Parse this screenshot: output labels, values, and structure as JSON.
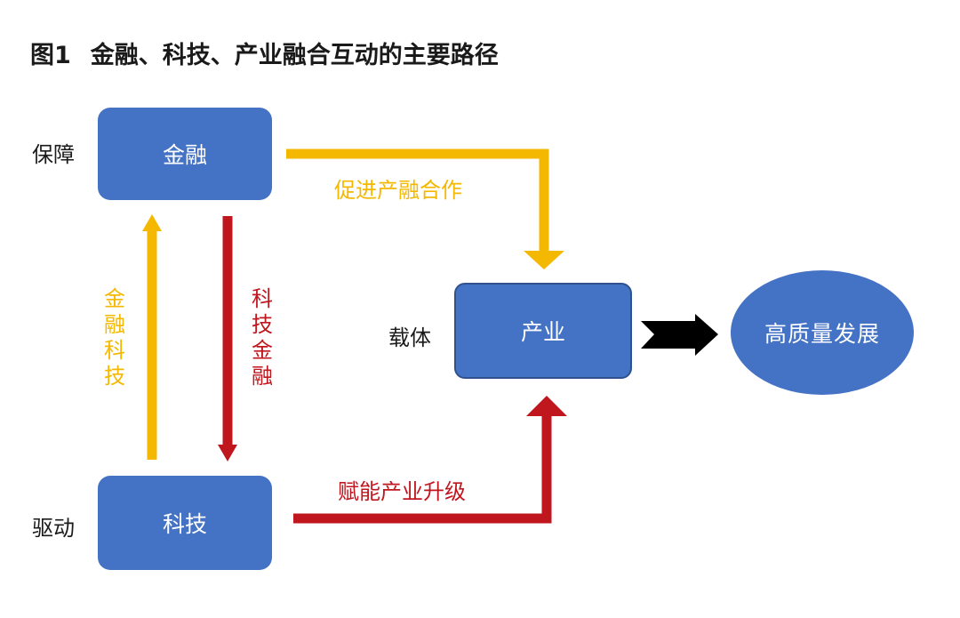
{
  "figure": {
    "number": "图1",
    "title": "金融、科技、产业融合互动的主要路径"
  },
  "nodes": {
    "finance": "金融",
    "technology": "科技",
    "industry": "产业",
    "outcome": "高质量发展"
  },
  "roles": {
    "finance_role": "保障",
    "technology_role": "驱动",
    "industry_role": "载体"
  },
  "edges": {
    "finance_to_industry": "促进产融合作",
    "technology_to_industry": "赋能产业升级",
    "technology_to_finance": "金融科技",
    "finance_to_technology": "科技金融"
  },
  "colors": {
    "box_fill": "#4472c4",
    "yellow_arrow": "#f5b800",
    "red_arrow": "#c0171f",
    "black_arrow": "#000000"
  }
}
